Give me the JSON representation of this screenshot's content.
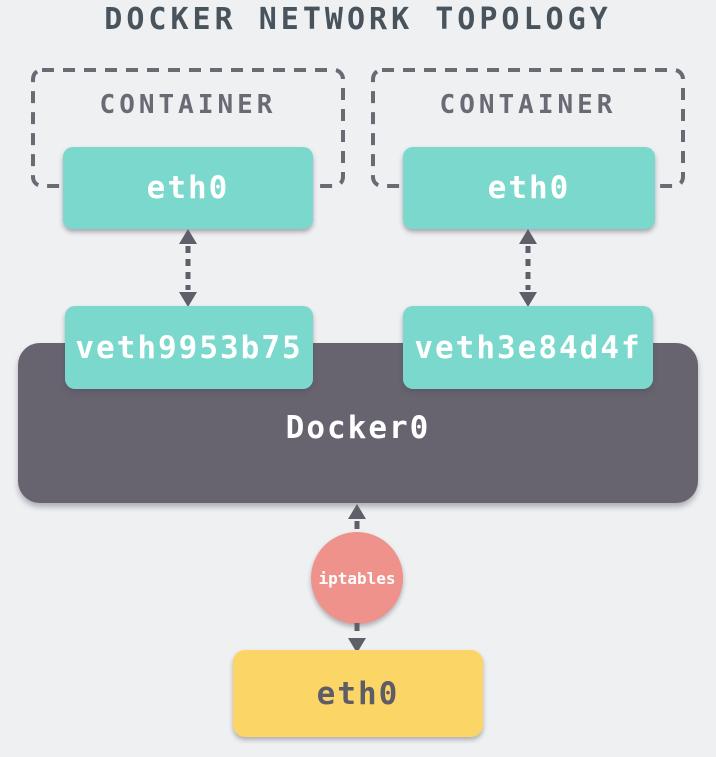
{
  "title": "DOCKER NETWORK TOPOLOGY",
  "colors": {
    "background": "#eff0f2",
    "title_text": "#48535c",
    "outline_gray": "#6a6a74",
    "arrow_gray": "#5e5f68",
    "teal_node": "#7ad8cc",
    "bridge_gray": "#67636f",
    "firewall_salmon": "#ef928c",
    "host_yellow": "#fbd565",
    "node_text_light": "#ffffff",
    "host_text_dark": "#5e5d67"
  },
  "containers": [
    {
      "label": "CONTAINER",
      "interface_label": "eth0",
      "veth_label": "veth9953b75"
    },
    {
      "label": "CONTAINER",
      "interface_label": "eth0",
      "veth_label": "veth3e84d4f"
    }
  ],
  "bridge": {
    "label": "Docker0"
  },
  "firewall": {
    "label": "iptables"
  },
  "host_interface": {
    "label": "eth0"
  }
}
